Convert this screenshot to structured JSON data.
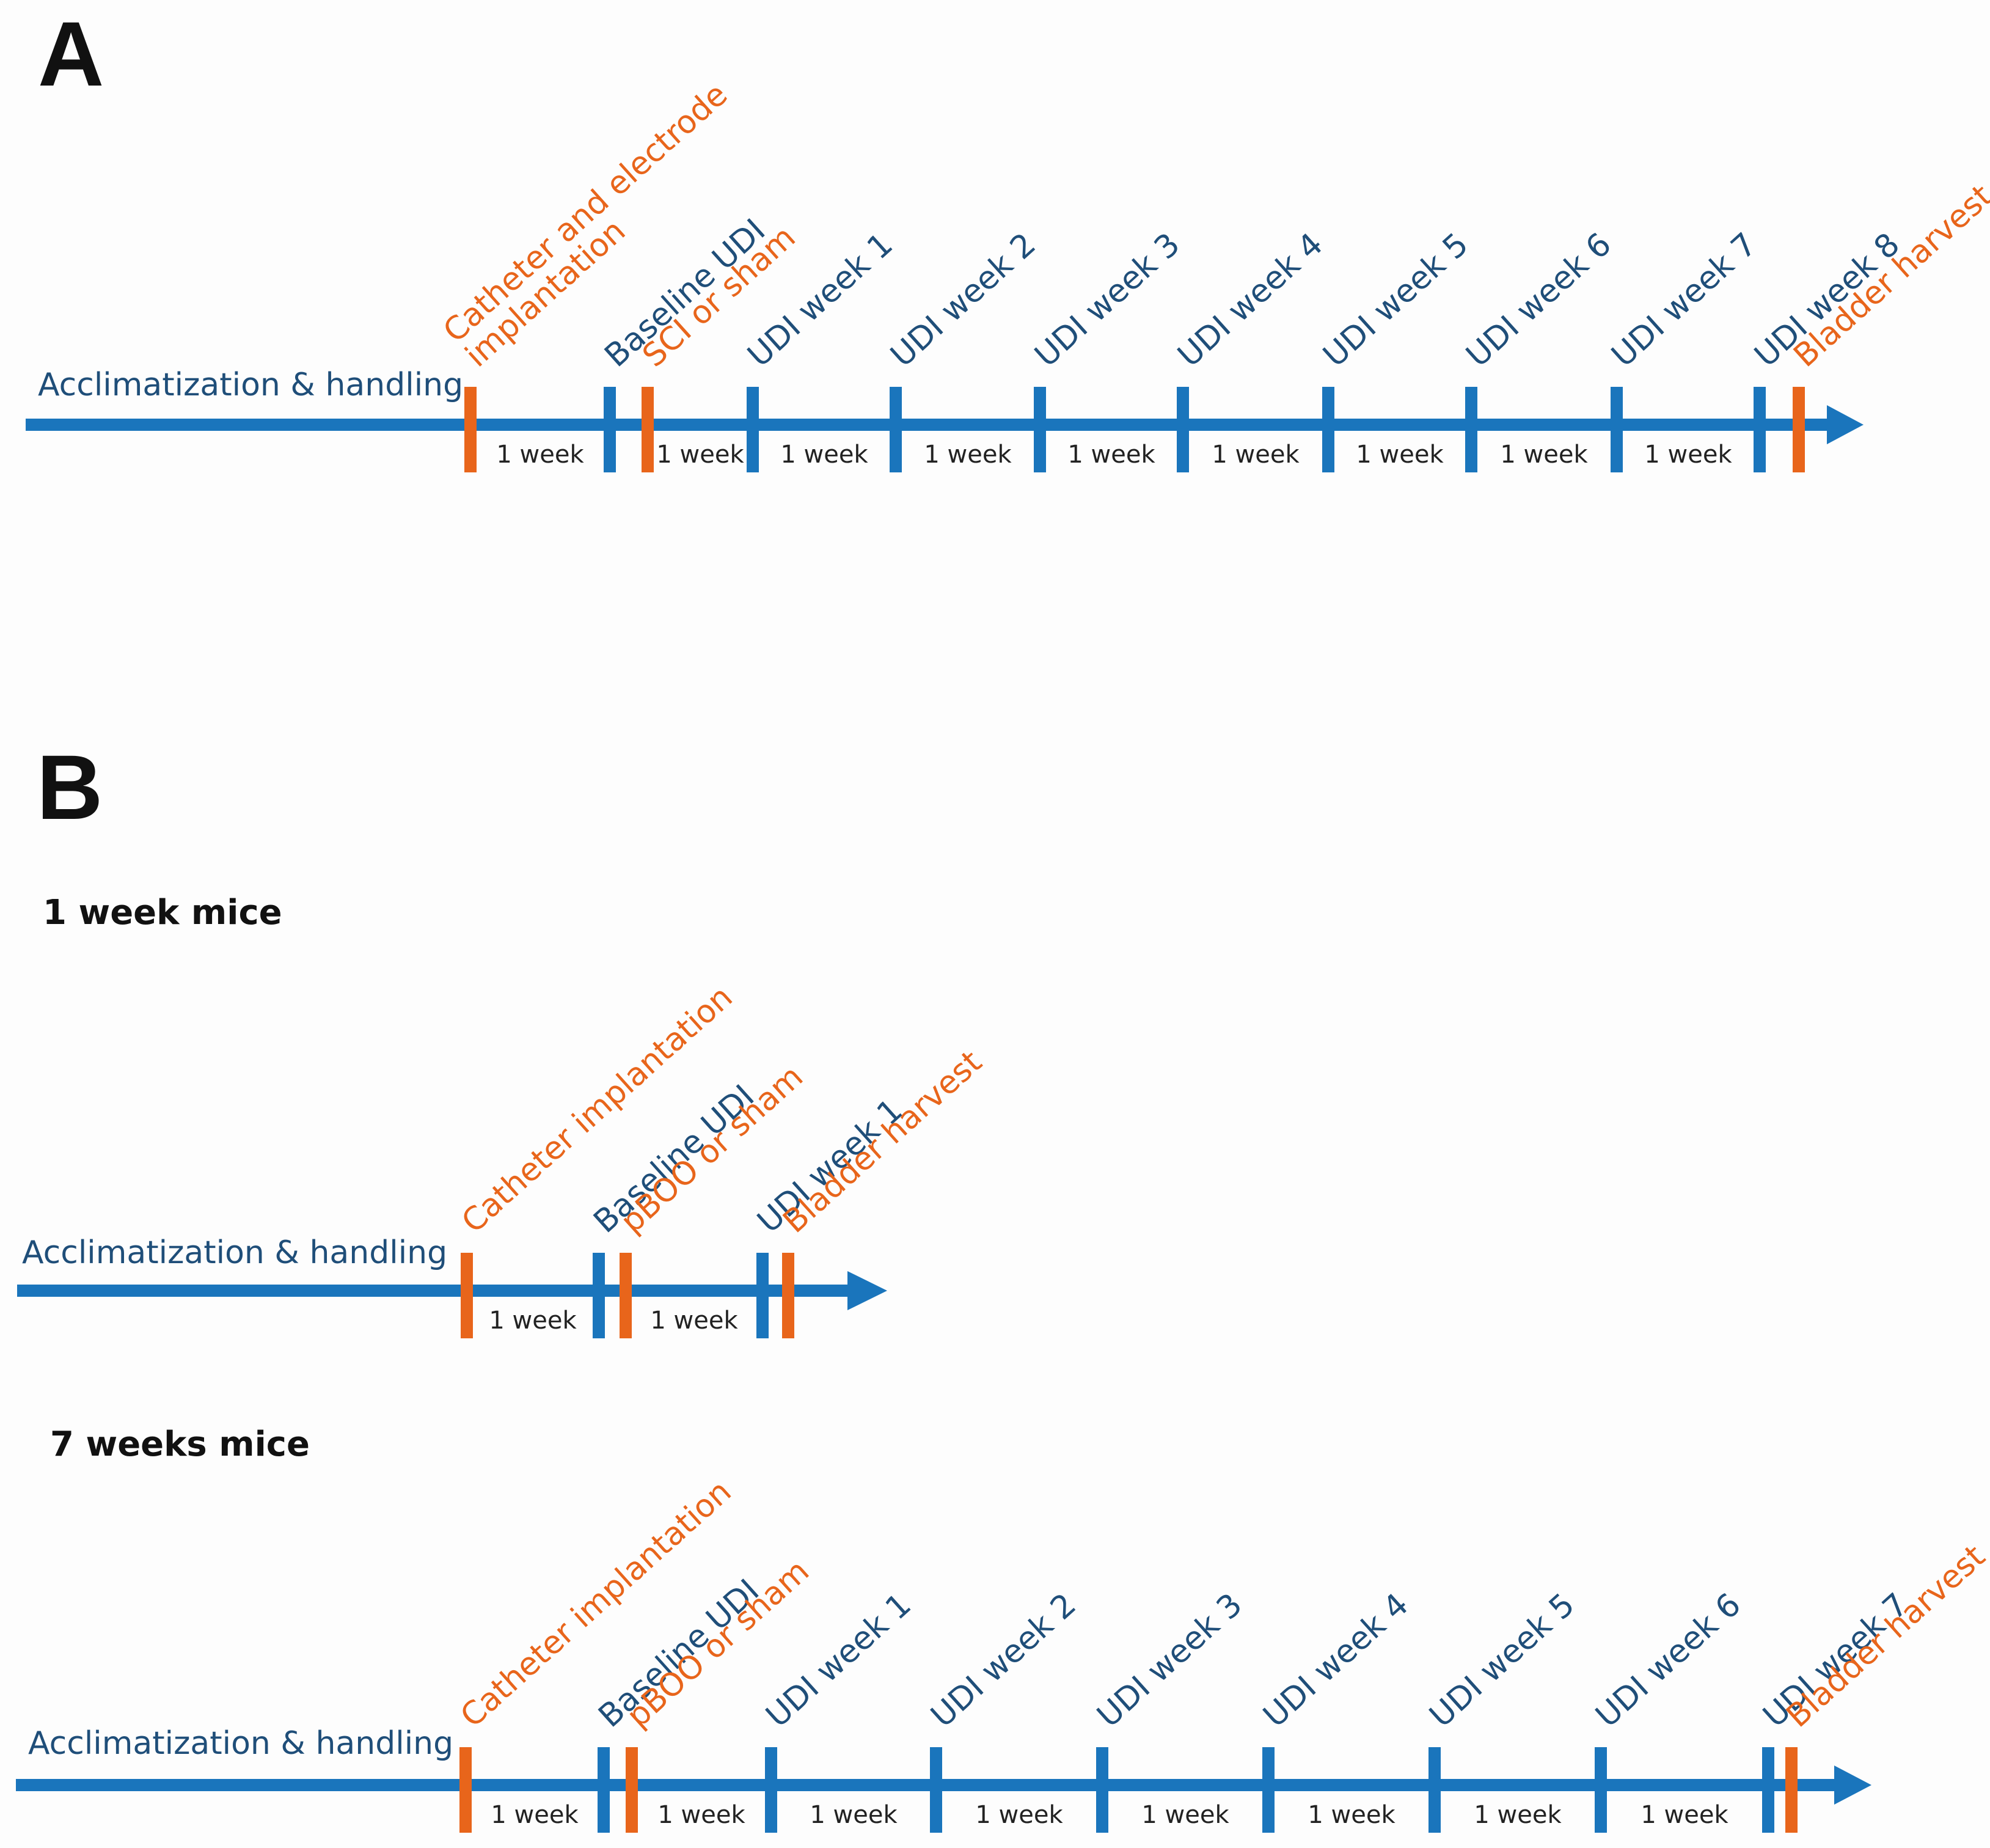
{
  "colors": {
    "timeline": "#1a75bc",
    "procedure": "#e8651b",
    "text_blue": "#1f4e79",
    "text_black": "#111111"
  },
  "panel_A": {
    "letter": "A",
    "start_label": "Acclimatization & handling",
    "interval_label": "1 week",
    "events": [
      {
        "kind": "procedure",
        "lines": [
          "Catheter and electrode",
          "implantation"
        ]
      },
      {
        "kind": "measurement",
        "lines": [
          "Baseline UDI"
        ]
      },
      {
        "kind": "procedure",
        "lines": [
          "SCI or sham"
        ]
      },
      {
        "kind": "measurement",
        "lines": [
          "UDI week 1"
        ]
      },
      {
        "kind": "measurement",
        "lines": [
          "UDI week 2"
        ]
      },
      {
        "kind": "measurement",
        "lines": [
          "UDI week 3"
        ]
      },
      {
        "kind": "measurement",
        "lines": [
          "UDI week 4"
        ]
      },
      {
        "kind": "measurement",
        "lines": [
          "UDI week 5"
        ]
      },
      {
        "kind": "measurement",
        "lines": [
          "UDI week 6"
        ]
      },
      {
        "kind": "measurement",
        "lines": [
          "UDI week 7"
        ]
      },
      {
        "kind": "measurement",
        "lines": [
          "UDI week 8"
        ]
      },
      {
        "kind": "procedure",
        "lines": [
          "Bladder harvest"
        ]
      }
    ]
  },
  "panel_B": {
    "letter": "B",
    "timelines": [
      {
        "title": "1 week mice",
        "start_label": "Acclimatization & handling",
        "interval_label": "1 week",
        "events": [
          {
            "kind": "procedure",
            "lines": [
              "Catheter implantation"
            ]
          },
          {
            "kind": "measurement",
            "lines": [
              "Baseline UDI"
            ]
          },
          {
            "kind": "procedure",
            "lines": [
              "pBOO or sham"
            ]
          },
          {
            "kind": "measurement",
            "lines": [
              "UDI week 1"
            ]
          },
          {
            "kind": "procedure",
            "lines": [
              "Bladder harvest"
            ]
          }
        ]
      },
      {
        "title": "7 weeks mice",
        "start_label": "Acclimatization & handling",
        "interval_label": "1 week",
        "events": [
          {
            "kind": "procedure",
            "lines": [
              "Catheter implantation"
            ]
          },
          {
            "kind": "measurement",
            "lines": [
              "Baseline UDI"
            ]
          },
          {
            "kind": "procedure",
            "lines": [
              "pBOO or sham"
            ]
          },
          {
            "kind": "measurement",
            "lines": [
              "UDI week 1"
            ]
          },
          {
            "kind": "measurement",
            "lines": [
              "UDI week 2"
            ]
          },
          {
            "kind": "measurement",
            "lines": [
              "UDI week 3"
            ]
          },
          {
            "kind": "measurement",
            "lines": [
              "UDI week 4"
            ]
          },
          {
            "kind": "measurement",
            "lines": [
              "UDI week 5"
            ]
          },
          {
            "kind": "measurement",
            "lines": [
              "UDI week 6"
            ]
          },
          {
            "kind": "measurement",
            "lines": [
              "UDI week 7"
            ]
          },
          {
            "kind": "procedure",
            "lines": [
              "Bladder harvest"
            ]
          }
        ]
      }
    ]
  }
}
